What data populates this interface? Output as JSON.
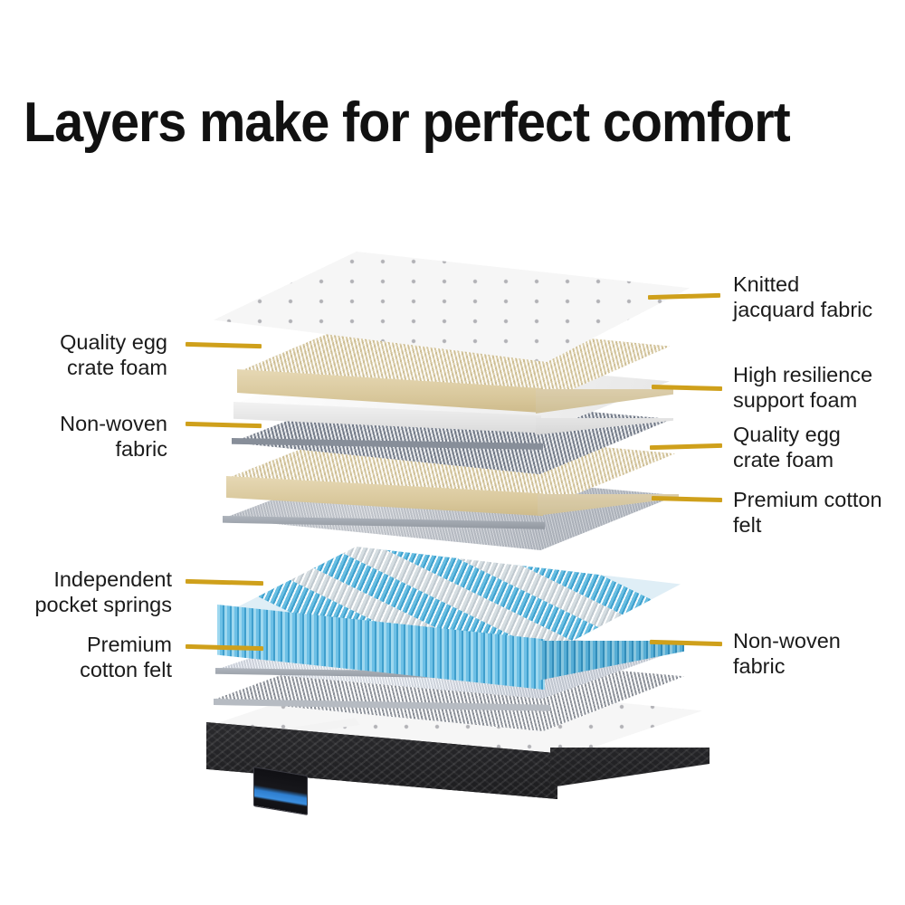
{
  "page": {
    "title": "Layers make for perfect comfort",
    "background_color": "#ffffff",
    "title_color": "#111111"
  },
  "theme": {
    "leader_line_color": "#cfa01b",
    "label_color": "#1b1b1b",
    "spring_blue": "#74c6e8",
    "foam_cream": "#ece0c0",
    "felt_gray": "#b9bec6",
    "mesh_gray": "#9aa1ad",
    "base_black": "#1d1d1f",
    "badge_blue": "#3b8fe0"
  },
  "callouts": {
    "left": [
      {
        "id": "quality-egg-crate-foam-top",
        "lines": [
          "Quality egg",
          "crate foam"
        ]
      },
      {
        "id": "non-woven-fabric-upper",
        "lines": [
          "Non-woven",
          "fabric"
        ]
      },
      {
        "id": "independent-pocket-springs",
        "lines": [
          "Independent",
          "pocket springs"
        ]
      },
      {
        "id": "premium-cotton-felt-lower",
        "lines": [
          "Premium",
          "cotton felt"
        ]
      }
    ],
    "right": [
      {
        "id": "knitted-jacquard-fabric",
        "lines": [
          "Knitted",
          "jacquard fabric"
        ]
      },
      {
        "id": "high-resilience-support-foam",
        "lines": [
          "High resilience",
          "support foam"
        ]
      },
      {
        "id": "quality-egg-crate-foam-mid",
        "lines": [
          "Quality egg",
          "crate foam"
        ]
      },
      {
        "id": "premium-cotton-felt-upper",
        "lines": [
          "Premium cotton",
          "felt"
        ]
      },
      {
        "id": "non-woven-fabric-lower",
        "lines": [
          "Non-woven",
          "fabric"
        ]
      }
    ]
  },
  "diagram": {
    "type": "exploded-layer-diagram",
    "product": "pocket spring mattress",
    "layer_count": 10,
    "layers": [
      {
        "order": 1,
        "name": "knitted-jacquard-fabric",
        "material": "knitted jacquard fabric",
        "color": "#f6f6f6"
      },
      {
        "order": 2,
        "name": "quality-egg-crate-foam-top",
        "material": "egg crate foam",
        "color": "#ece0c0"
      },
      {
        "order": 3,
        "name": "high-resilience-support-foam",
        "material": "high resilience foam",
        "color": "#fbfbfb"
      },
      {
        "order": 4,
        "name": "non-woven-fabric-upper",
        "material": "non-woven fabric",
        "color": "#9aa1ad"
      },
      {
        "order": 5,
        "name": "quality-egg-crate-foam-mid",
        "material": "egg crate foam",
        "color": "#ece0c0"
      },
      {
        "order": 6,
        "name": "premium-cotton-felt-upper",
        "material": "cotton felt",
        "color": "#b9bec6"
      },
      {
        "order": 7,
        "name": "independent-pocket-springs",
        "material": "pocket springs",
        "color": "#74c6e8"
      },
      {
        "order": 8,
        "name": "premium-cotton-felt-lower",
        "material": "cotton felt",
        "color": "#b9bec6"
      },
      {
        "order": 9,
        "name": "non-woven-fabric-lower",
        "material": "non-woven fabric",
        "color": "#c6cad0"
      },
      {
        "order": 10,
        "name": "mattress-base",
        "material": "assembled mattress",
        "color": "#1d1d1f"
      }
    ]
  }
}
